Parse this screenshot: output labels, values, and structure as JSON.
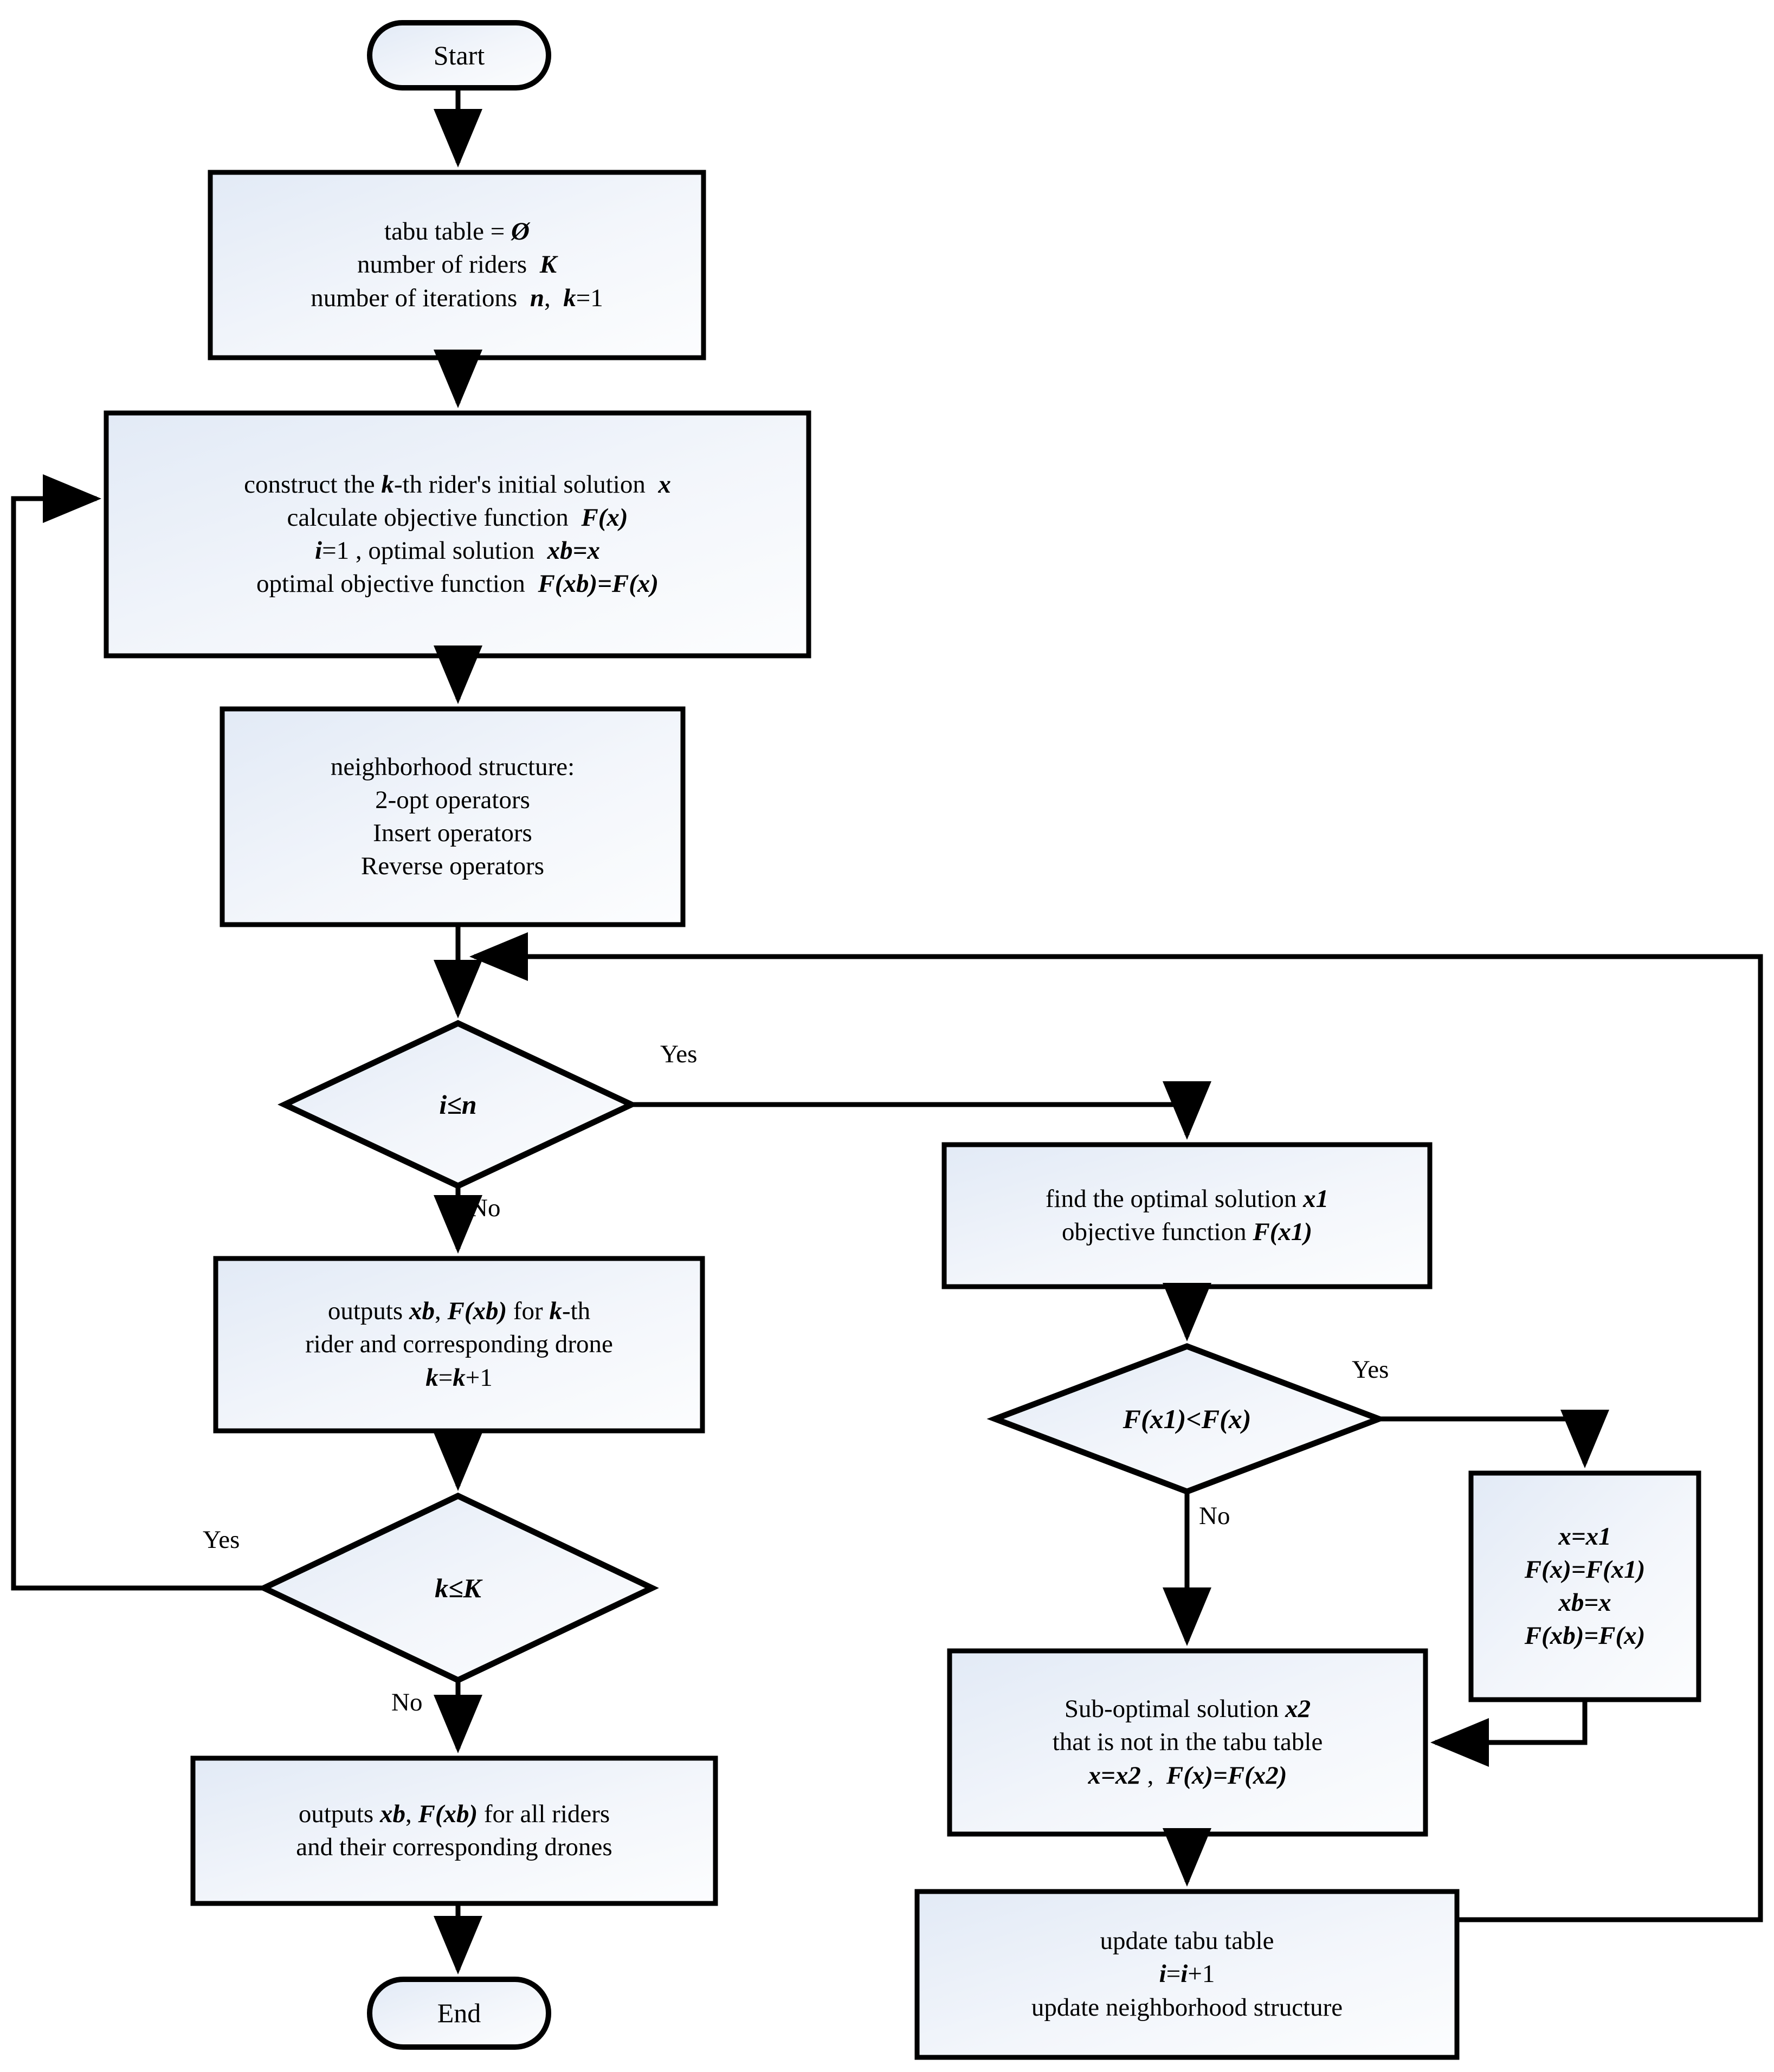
{
  "diagram": {
    "title": "Tabu search algorithm flowchart",
    "style": {
      "node_fill_start": "#e4ebf6",
      "node_fill_end": "#fbfcfe",
      "stroke": "#000000",
      "background": "#ffffff"
    },
    "nodes": {
      "start": {
        "shape": "terminator",
        "label": "Start"
      },
      "init": {
        "shape": "process",
        "lines": [
          {
            "pre": "tabu table = ",
            "var": "Ø",
            "post": ""
          },
          {
            "pre": "number of riders  ",
            "var": "K",
            "post": ""
          },
          {
            "pre": "number of iterations  ",
            "var": "n",
            "post": ",  ",
            "var2": "k",
            "post2": "=1"
          }
        ]
      },
      "construct": {
        "shape": "process",
        "lines": [
          "construct the k-th rider's initial solution  x",
          "calculate objective function  F(x)",
          "i=1 , optimal solution  xb=x",
          "optimal objective function  F(xb)=F(x)"
        ]
      },
      "neighborhood": {
        "shape": "process",
        "lines": [
          "neighborhood structure:",
          "2-opt operators",
          "Insert operators",
          "Reverse operators"
        ]
      },
      "decision_i": {
        "shape": "decision",
        "label": "i≤n"
      },
      "output_k": {
        "shape": "process",
        "lines": [
          "outputs xb, F(xb) for k-th",
          "rider and corresponding drone",
          "k=k+1"
        ]
      },
      "decision_k": {
        "shape": "decision",
        "label": "k≤K"
      },
      "output_all": {
        "shape": "process",
        "lines": [
          "outputs xb, F(xb) for all riders",
          "and their corresponding drones"
        ]
      },
      "end": {
        "shape": "terminator",
        "label": "End"
      },
      "find_opt": {
        "shape": "process",
        "lines": [
          "find the optimal solution x1",
          "objective function F(x1)"
        ]
      },
      "decision_f": {
        "shape": "decision",
        "label": "F(x1)<F(x)"
      },
      "assign": {
        "shape": "process",
        "lines": [
          "x=x1",
          "F(x)=F(x1)",
          "xb=x",
          "F(xb)=F(x)"
        ]
      },
      "subopt": {
        "shape": "process",
        "lines": [
          "Sub-optimal solution x2",
          "that is not in the tabu table",
          "x=x2 ,  F(x)=F(x2)"
        ]
      },
      "update": {
        "shape": "process",
        "lines": [
          "update tabu table",
          "i=i+1",
          "update neighborhood structure"
        ]
      }
    },
    "edge_labels": {
      "i_yes": "Yes",
      "i_no": "No",
      "k_yes": "Yes",
      "k_no": "No",
      "f_yes": "Yes",
      "f_no": "No"
    }
  }
}
